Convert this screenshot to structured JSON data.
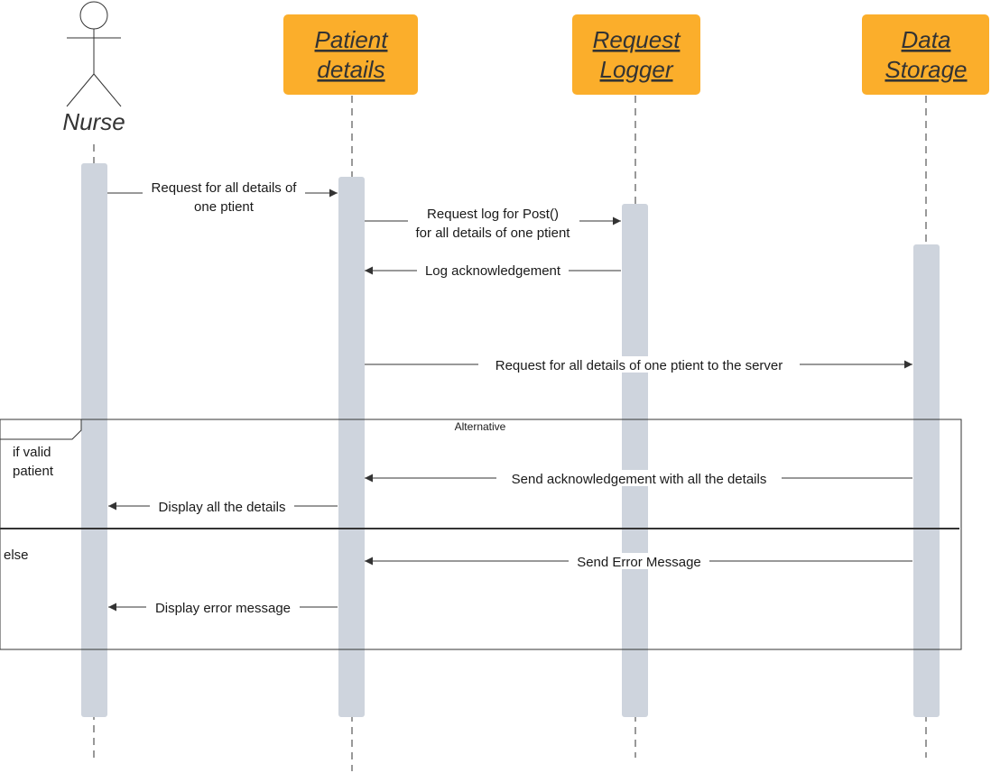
{
  "diagram": {
    "actor": {
      "label": "Nurse"
    },
    "participants": [
      {
        "line1": "Patient",
        "line2": "details"
      },
      {
        "line1": "Request",
        "line2": "Logger"
      },
      {
        "line1": "Data",
        "line2": "Storage"
      }
    ],
    "messages": [
      {
        "line1": "Request for all details of",
        "line2": "one ptient"
      },
      {
        "line1": "Request log for Post()",
        "line2": "for all details of one ptient"
      },
      {
        "line1": "Log acknowledgement"
      },
      {
        "line1": "Request for all details of one ptient to the server"
      },
      {
        "line1": "Send acknowledgement with all the details"
      },
      {
        "line1": "Display all the details"
      },
      {
        "line1": "Send Error Message"
      },
      {
        "line1": "Display error message"
      }
    ],
    "fragment": {
      "title": "Alternative",
      "guard_line1": "if valid",
      "guard_line2": "patient",
      "else_label": "else"
    },
    "colors": {
      "participant_fill": "#FBAE2B",
      "activation_fill": "#CED4DD",
      "line": "#333333"
    }
  }
}
